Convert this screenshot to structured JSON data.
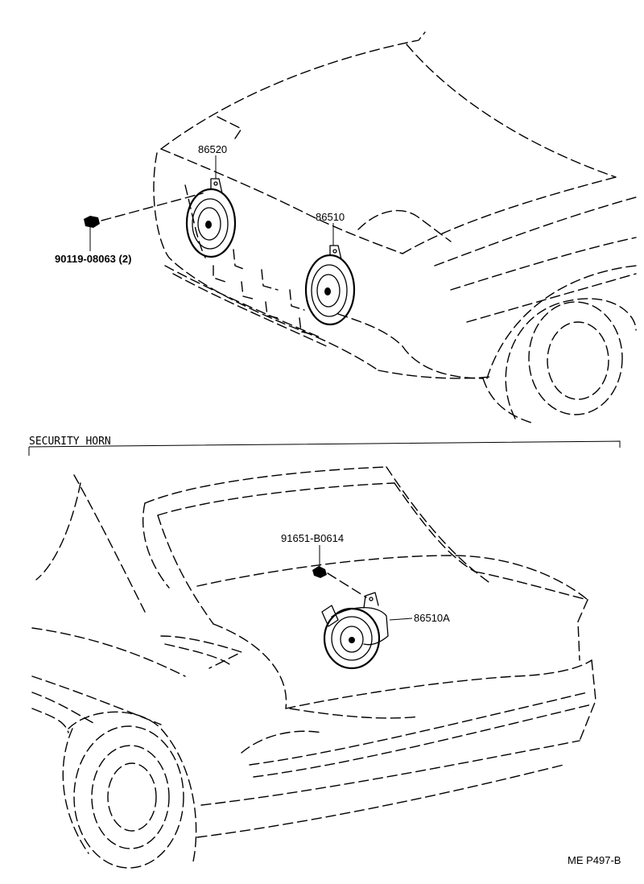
{
  "labels": {
    "upper_horn_left": "86520",
    "upper_horn_right": "86510",
    "upper_bolt": "90119-08063 (2)",
    "section_title": "SECURITY HORN",
    "lower_bolt": "91651-B0614",
    "lower_horn": "86510A",
    "figure_code": "ME P497-B"
  }
}
